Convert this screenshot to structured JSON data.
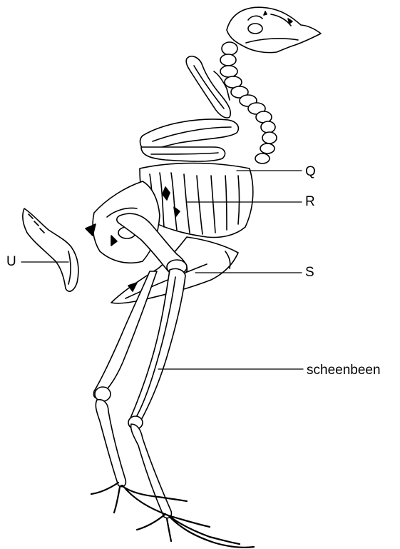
{
  "colors": {
    "line": "#000000",
    "fill": "#ffffff",
    "background": "#ffffff"
  },
  "labels": {
    "q": "Q",
    "r": "R",
    "s": "S",
    "scheenbeen": "scheenbeen",
    "u": "U"
  }
}
